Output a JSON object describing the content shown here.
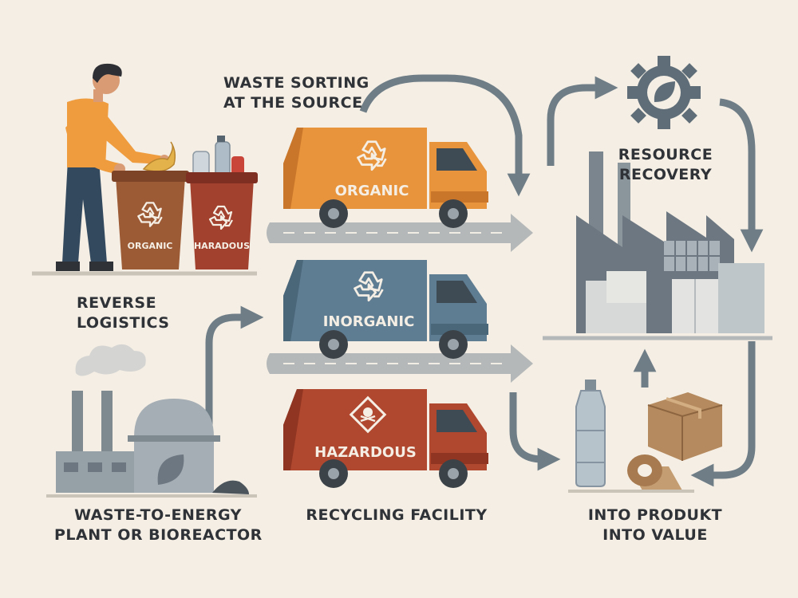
{
  "labels": {
    "sorting_line1": "WASTE SORTING",
    "sorting_line2": "AT THE SOURCE",
    "reverse_line1": "REVERSE",
    "reverse_line2": "LOGISTICS",
    "resource_line1": "RESOURCE",
    "resource_line2": "RECOVERY",
    "energy_line1": "WASTE-TO-ENERGY",
    "energy_line2": "PLANT OR BIOREACTOR",
    "recycling": "RECYCLING FACILITY",
    "produkt_line1": "INTO PRODUKT",
    "produkt_line2": "INTO VALUE"
  },
  "bins": [
    {
      "label": "ORGANIC",
      "color": "#9c5a35"
    },
    {
      "label": "HARADOUS",
      "color": "#a2412e"
    }
  ],
  "trucks": [
    {
      "label": "ORGANIC",
      "color": "#e8943c"
    },
    {
      "label": "INORGANIC",
      "color": "#5f7d92"
    },
    {
      "label": "HAZARDOUS",
      "color": "#b0472f"
    }
  ],
  "colors": {
    "background": "#f4eee4",
    "arrow": "#6f7d87",
    "road": "#b5b8b8",
    "factory": "#6c7781",
    "cardboard": "#b58a5e"
  },
  "icons": [
    "person-icon",
    "recycle-icon",
    "hazard-icon",
    "gear-leaf-icon",
    "factory-icon",
    "bottle-icon",
    "cardboard-box-icon",
    "tape-roll-icon",
    "bioreactor-icon"
  ]
}
